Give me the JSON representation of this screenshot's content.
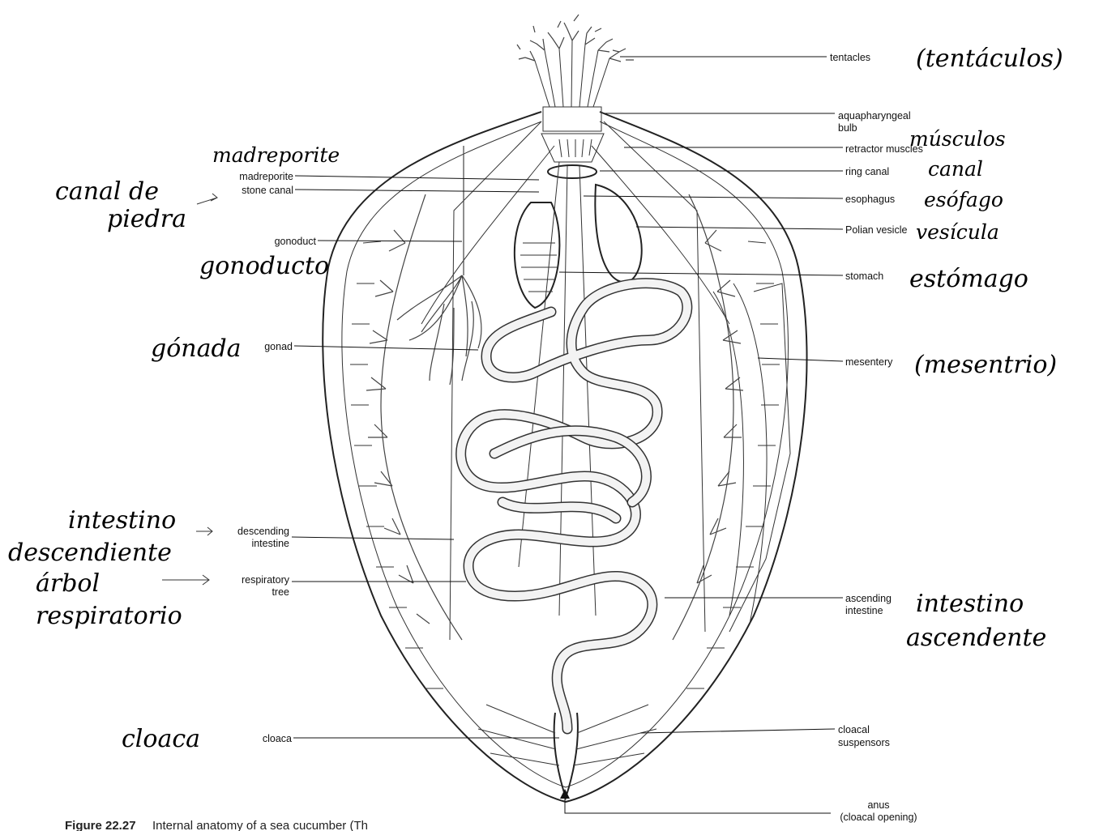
{
  "labels": {
    "tentacles": "tentacles",
    "aquapharyngeal_1": "aquapharyngeal",
    "aquapharyngeal_2": "bulb",
    "retractor": "retractor muscles",
    "ring_canal": "ring canal",
    "esophagus": "esophagus",
    "polian": "Polian vesicle",
    "stomach": "stomach",
    "mesentery": "mesentery",
    "ascending_1": "ascending",
    "ascending_2": "intestine",
    "cloacal_1": "cloacal",
    "cloacal_2": "suspensors",
    "anus_1": "anus",
    "anus_2": "(cloacal opening)",
    "madreporite": "madreporite",
    "stone_canal": "stone canal",
    "gonoduct": "gonoduct",
    "gonad": "gonad",
    "descending_1": "descending",
    "descending_2": "intestine",
    "respiratory_1": "respiratory",
    "respiratory_2": "tree",
    "cloaca": "cloaca"
  },
  "handwritten": {
    "tentaculos": "(tentáculos)",
    "musculos": "músculos",
    "canal": "canal",
    "esofago": "esófago",
    "vesicula": "vesícula",
    "estomago": "estómago",
    "mesenterio": "(mesentrio)",
    "intestino_asc_1": "intestino",
    "intestino_asc_2": "ascendente",
    "madreporite": "madreporite",
    "canal_de_1": "canal de",
    "canal_de_2": "piedra",
    "gonoducto": "gonoducto",
    "gonada": "gónada",
    "intestino_desc_1": "intestino",
    "intestino_desc_2": "descendiente",
    "arbol_1": "árbol",
    "arbol_2": "respiratorio",
    "cloaca": "cloaca"
  },
  "caption": {
    "figure": "Figure 22.27",
    "text": "Internal anatomy of a sea cucumber (Th"
  }
}
